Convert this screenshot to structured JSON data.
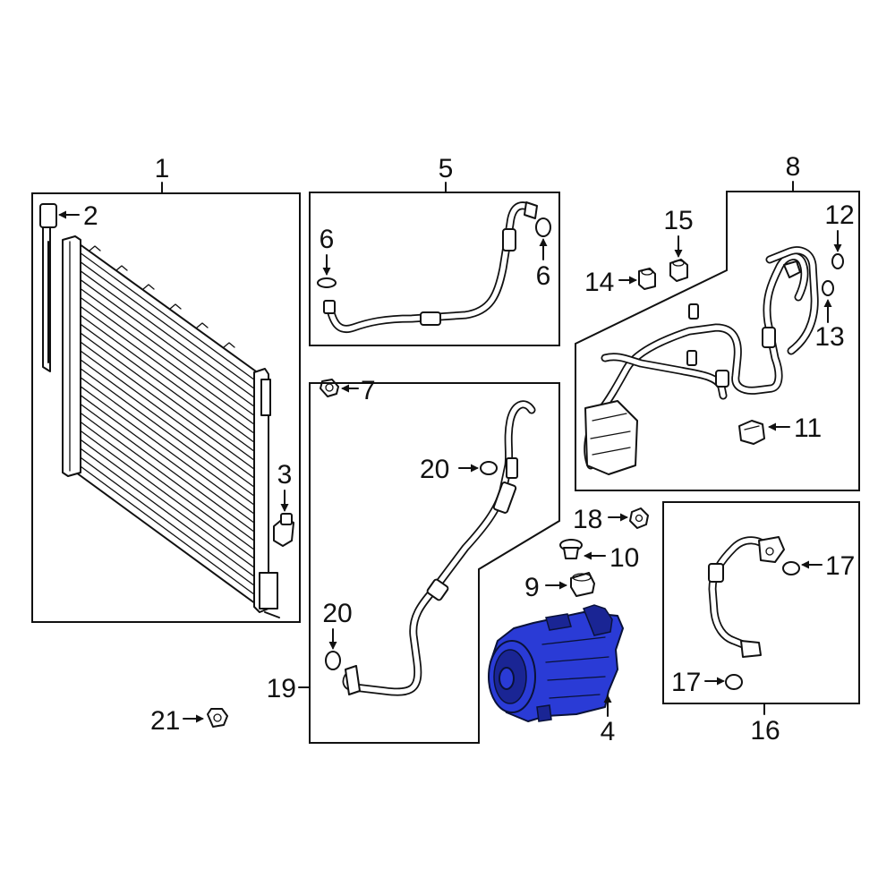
{
  "highlight_color": "#2a3bd6",
  "line_color": "#111111",
  "background": "#ffffff",
  "callouts": {
    "c1": "1",
    "c2": "2",
    "c3": "3",
    "c4": "4",
    "c5": "5",
    "c6a": "6",
    "c6b": "6",
    "c7": "7",
    "c8": "8",
    "c9": "9",
    "c10": "10",
    "c11": "11",
    "c12": "12",
    "c13": "13",
    "c14": "14",
    "c15": "15",
    "c16": "16",
    "c17a": "17",
    "c17b": "17",
    "c18": "18",
    "c19": "19",
    "c20a": "20",
    "c20b": "20",
    "c21": "21"
  },
  "highlighted_part": "4"
}
